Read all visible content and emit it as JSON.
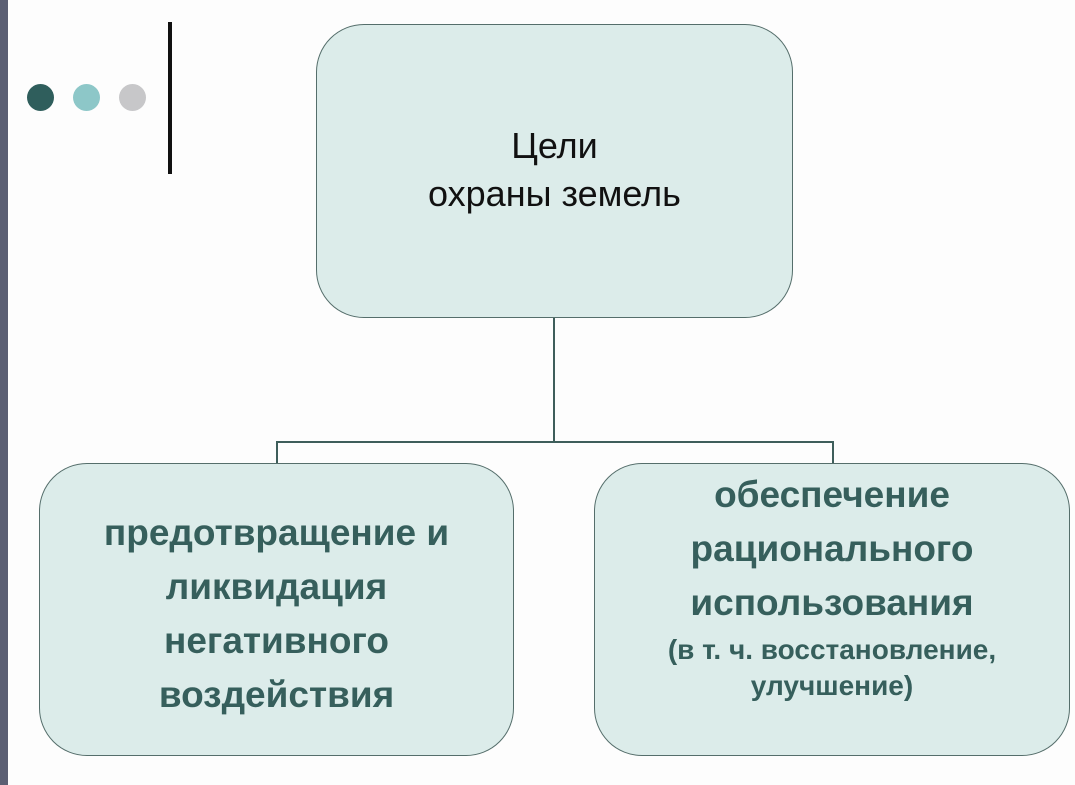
{
  "decor": {
    "dot_colors": [
      "#2f5e5c",
      "#8dc7c8",
      "#c7c7c9"
    ],
    "box_fill": "#dcecea",
    "box_border": "#556e6b",
    "text_accent": "#365f5c"
  },
  "diagram": {
    "root": {
      "lines": [
        "Цели",
        "охраны земель"
      ]
    },
    "left_child": {
      "lines": [
        "предотвращение и",
        "ликвидация",
        "негативного",
        "воздействия"
      ]
    },
    "right_child": {
      "lines": [
        "обеспечение",
        "рационального",
        "использования"
      ],
      "note_lines": [
        "(в т. ч. восстановление,",
        "улучшение)"
      ]
    }
  }
}
